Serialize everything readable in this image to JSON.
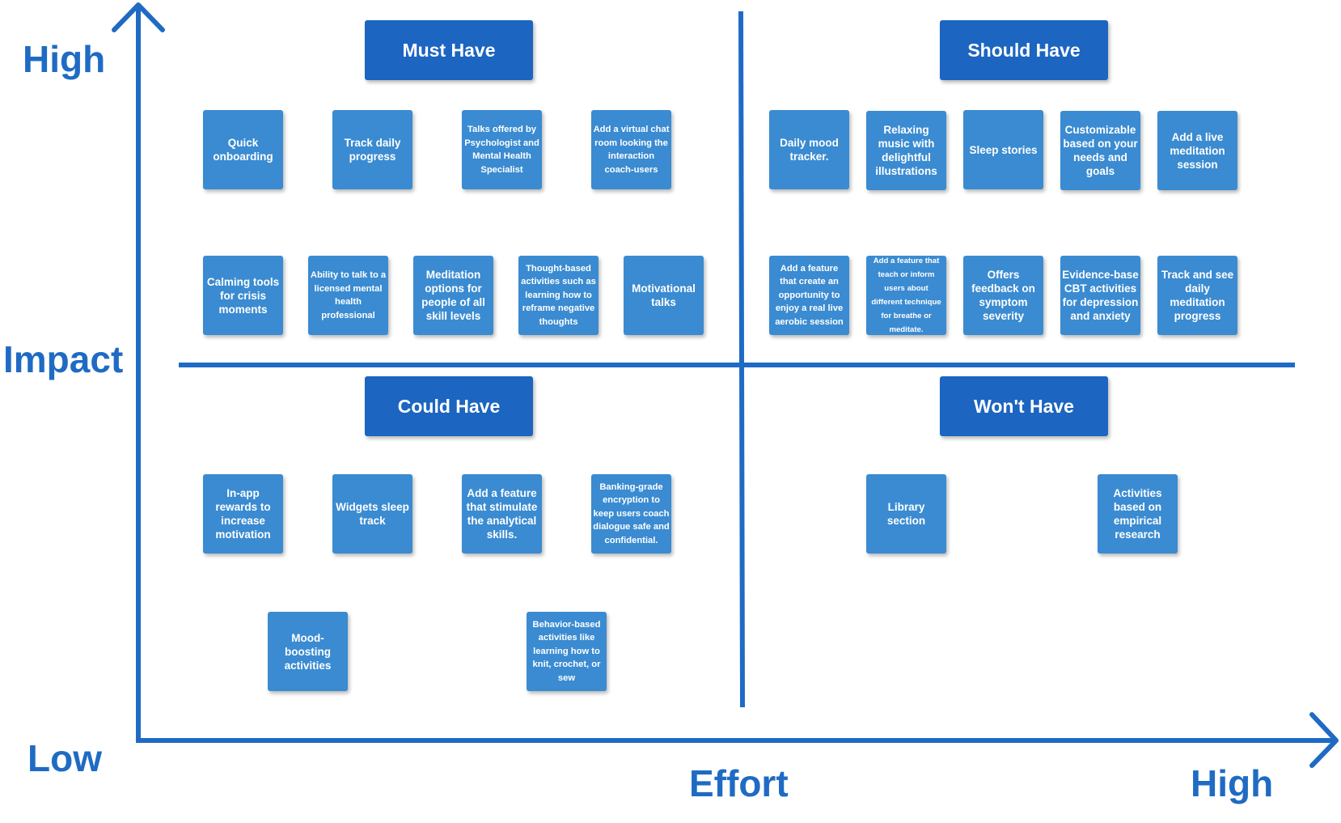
{
  "axes": {
    "y_high": "High",
    "y_title": "Impact",
    "y_low": "Low",
    "x_title": "Effort",
    "x_high": "High"
  },
  "colors": {
    "axis": "#1f6bc4",
    "header": "#1c65c0",
    "card": "#3a8bd1",
    "text_on_card": "#ffffff"
  },
  "quadrants": {
    "must_have": {
      "title": "Must Have",
      "cards": [
        "Quick onboarding",
        "Track daily progress",
        "Talks offered by Psychologist and Mental Health Specialist",
        "Add a virtual chat room looking the interaction coach-users",
        "Calming tools for crisis moments",
        "Ability to talk to a licensed mental health professional",
        "Meditation options for people of all skill levels",
        "Thought-based activities such as learning how to reframe negative thoughts",
        "Motivational talks"
      ]
    },
    "should_have": {
      "title": "Should Have",
      "cards": [
        "Daily mood tracker.",
        "Relaxing music with delightful illustrations",
        "Sleep stories",
        "Customizable based on your needs and goals",
        "Add a live meditation session",
        "Add a feature that create an opportunity to enjoy a real live aerobic session",
        "Add a feature that teach or inform users about different technique for breathe or meditate.",
        "Offers feedback on symptom severity",
        "Evidence-base CBT activities for depression and anxiety",
        "Track and see daily meditation progress"
      ]
    },
    "could_have": {
      "title": "Could Have",
      "cards": [
        "In-app rewards to increase motivation",
        "Widgets sleep track",
        "Add a feature that stimulate the analytical skills.",
        "Banking-grade encryption to keep users coach dialogue safe and confidential.",
        "Mood-boosting activities",
        "Behavior-based activities like learning how to knit, crochet, or sew"
      ]
    },
    "wont_have": {
      "title": "Won't Have",
      "cards": [
        "Library section",
        "Activities based on empirical research"
      ]
    }
  }
}
